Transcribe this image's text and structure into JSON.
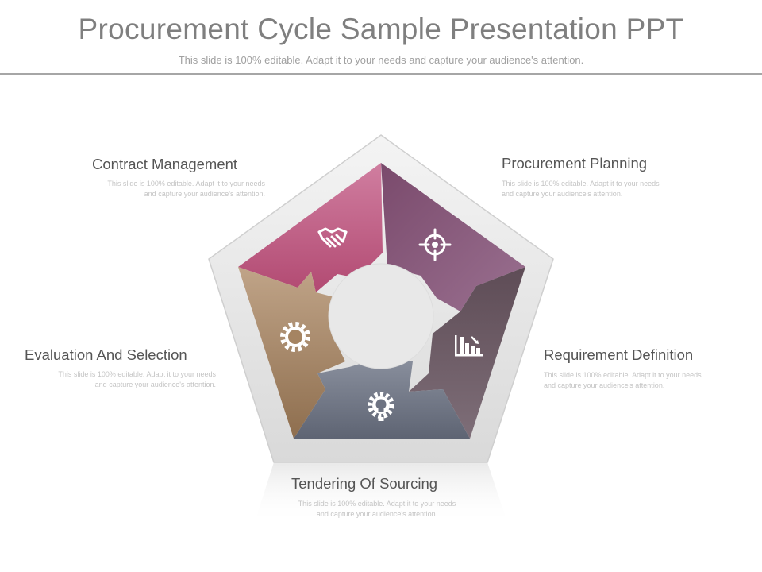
{
  "slide": {
    "title": "Procurement Cycle Sample Presentation PPT",
    "subtitle": "This slide is 100% editable. Adapt it to your needs and capture your audience's attention."
  },
  "segments": [
    {
      "id": "contract",
      "title": "Contract Management",
      "desc": "This slide is 100% editable. Adapt it to your needs and capture your audience's attention.",
      "color": "#c05a80",
      "icon": "handshake-icon"
    },
    {
      "id": "planning",
      "title": "Procurement Planning",
      "desc": "This slide is 100% editable. Adapt it to your needs and capture your audience's attention.",
      "color": "#8a5f80",
      "icon": "target-icon"
    },
    {
      "id": "requirement",
      "title": "Requirement  Definition",
      "desc": "This slide is 100% editable. Adapt it to your needs and capture your audience's attention.",
      "color": "#6e5e66",
      "icon": "bar-chart-icon"
    },
    {
      "id": "tendering",
      "title": "Tendering Of Sourcing",
      "desc": "This slide is 100% editable. Adapt it to your needs and capture your audience's attention.",
      "color": "#6d7382",
      "icon": "lightbulb-gear-icon"
    },
    {
      "id": "evaluation",
      "title": "Evaluation And Selection",
      "desc": "This slide is 100% editable. Adapt it to your needs and capture your audience's attention.",
      "color": "#a58462",
      "icon": "gear-icon"
    }
  ]
}
